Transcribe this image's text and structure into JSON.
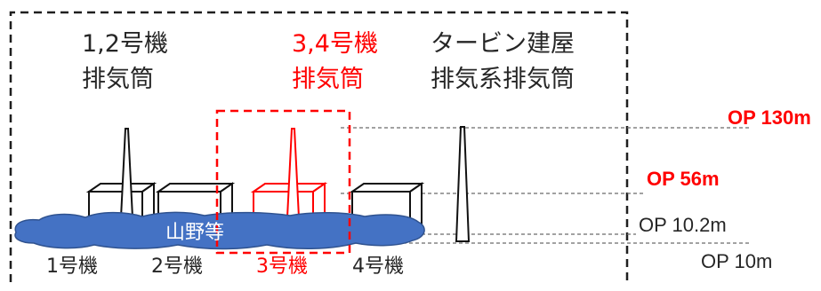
{
  "colors": {
    "highlight": "#ff0000",
    "text": "#262626",
    "ground": "#4472c4",
    "ground_edge": "#2f528f",
    "dashed": "#1f1f1f"
  },
  "stacks": {
    "units_1_2": {
      "line1": "1,2号機",
      "line2": "排気筒"
    },
    "units_3_4": {
      "line1": "3,4号機",
      "line2": "排気筒"
    },
    "turbine": {
      "line1": "タービン建屋",
      "line2": "排気系排気筒"
    }
  },
  "units": [
    {
      "label": "1号機"
    },
    {
      "label": "2号機"
    },
    {
      "label": "3号機"
    },
    {
      "label": "4号機"
    }
  ],
  "ground_label": "山野等",
  "levels": [
    {
      "label": "OP 130m",
      "highlight": true
    },
    {
      "label": "OP 56m",
      "highlight": true
    },
    {
      "label": "OP 10.2m",
      "highlight": false
    },
    {
      "label": "OP 10m",
      "highlight": false
    }
  ]
}
